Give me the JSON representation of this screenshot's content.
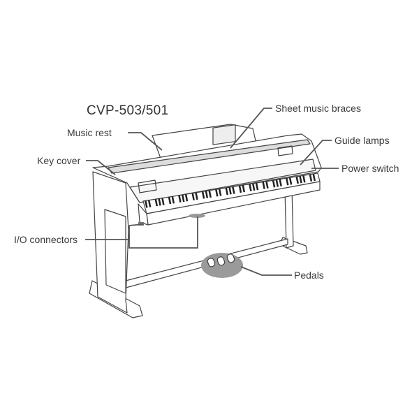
{
  "title": "CVP-503/501",
  "labels": {
    "music_rest": "Music rest",
    "key_cover": "Key cover",
    "io_connectors": "I/O connectors",
    "sheet_music_braces": "Sheet music braces",
    "guide_lamps": "Guide lamps",
    "power_switch": "Power switch",
    "pedals": "Pedals"
  },
  "colors": {
    "line": "#555555",
    "highlight": "#9a9a9a"
  }
}
